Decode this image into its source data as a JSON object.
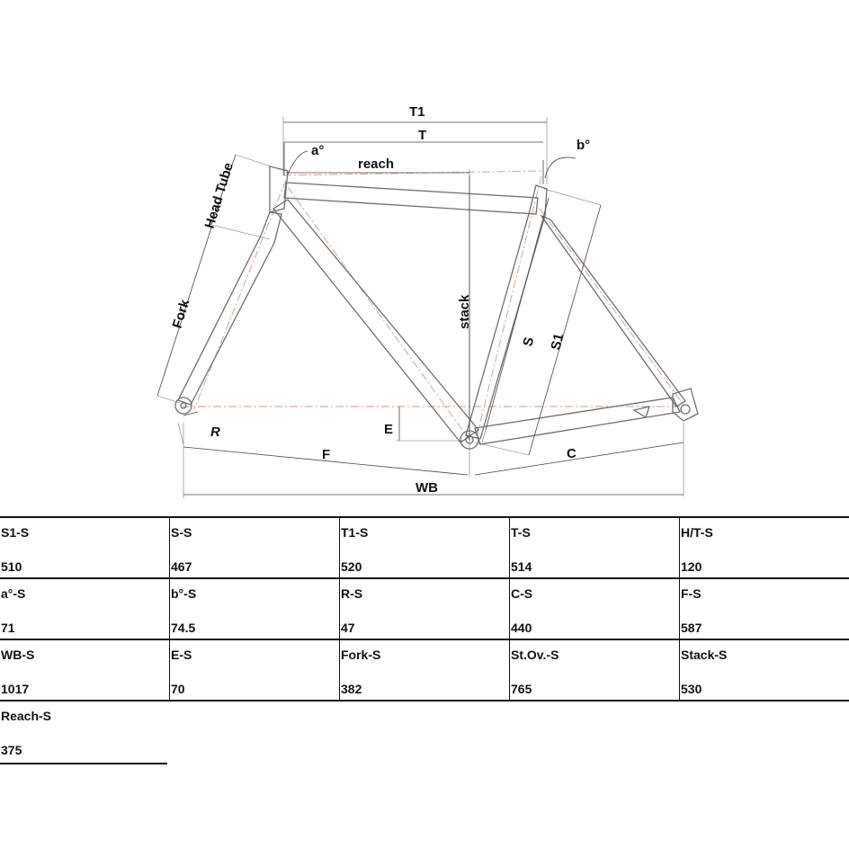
{
  "diagram": {
    "labels": {
      "t1": "T1",
      "t": "T",
      "reach": "reach",
      "a": "a°",
      "b": "b°",
      "head_tube": "Head Tube",
      "fork": "Fork",
      "stack": "stack",
      "s": "S",
      "s1": "S1",
      "e": "E",
      "r": "R",
      "f": "F",
      "c": "C",
      "wb": "WB"
    }
  },
  "specs": [
    [
      {
        "label": "S1-S",
        "value": "510"
      },
      {
        "label": "S-S",
        "value": "467"
      },
      {
        "label": "T1-S",
        "value": "520"
      },
      {
        "label": "T-S",
        "value": "514"
      },
      {
        "label": "H/T-S",
        "value": "120"
      }
    ],
    [
      {
        "label": "a°-S",
        "value": "71"
      },
      {
        "label": "b°-S",
        "value": "74.5"
      },
      {
        "label": "R-S",
        "value": "47"
      },
      {
        "label": "C-S",
        "value": "440"
      },
      {
        "label": "F-S",
        "value": "587"
      }
    ],
    [
      {
        "label": "WB-S",
        "value": "1017"
      },
      {
        "label": "E-S",
        "value": "70"
      },
      {
        "label": "Fork-S",
        "value": "382"
      },
      {
        "label": "St.Ov.-S",
        "value": "765"
      },
      {
        "label": "Stack-S",
        "value": "530"
      }
    ],
    [
      {
        "label": "Reach-S",
        "value": "375"
      }
    ]
  ]
}
